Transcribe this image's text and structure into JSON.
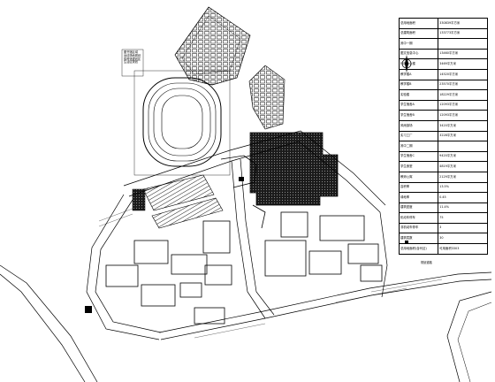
{
  "drawing": {
    "side_note_lines": [
      "图书馆区域",
      "运动场地规划",
      "体育馆规划区",
      "生活区规划"
    ],
    "road_label": "规划道路"
  },
  "stats_table": {
    "rows": [
      {
        "k": "总用地面积",
        "v": "330839平方米"
      },
      {
        "k": "总建筑面积",
        "v": "133773平方米"
      },
      {
        "k": "其中一期",
        "v": ""
      },
      {
        "k": "图文信息中心",
        "v": "13460平方米"
      },
      {
        "k": "行政办公楼",
        "v": "3469平方米"
      },
      {
        "k": "教学楼A",
        "v": "14520平方米"
      },
      {
        "k": "教学楼B",
        "v": "23570平方米"
      },
      {
        "k": "实验楼",
        "v": "18229平方米"
      },
      {
        "k": "学生宿舍A",
        "v": "12093平方米"
      },
      {
        "k": "学生宿舍B",
        "v": "12093平方米"
      },
      {
        "k": "风雨操场",
        "v": "3420平方米"
      },
      {
        "k": "实习工厂",
        "v": "3228平方米"
      },
      {
        "k": "其中二期",
        "v": ""
      },
      {
        "k": "学生宿舍C",
        "v": "9420平方米"
      },
      {
        "k": "学生食堂",
        "v": "4819平方米"
      },
      {
        "k": "教师公寓",
        "v": "2129平方米"
      },
      {
        "k": "容积率",
        "v": "13.5%"
      },
      {
        "k": "绿地率",
        "v": "0.45"
      },
      {
        "k": "建筑密度",
        "v": "11.4%"
      },
      {
        "k": "机动车停车",
        "v": "75"
      },
      {
        "k": "非机动车停车",
        "v": "3"
      },
      {
        "k": "建筑层数",
        "v": "30"
      },
      {
        "k": "总用地面积(含代征)",
        "v": "可用面积3303"
      }
    ]
  }
}
